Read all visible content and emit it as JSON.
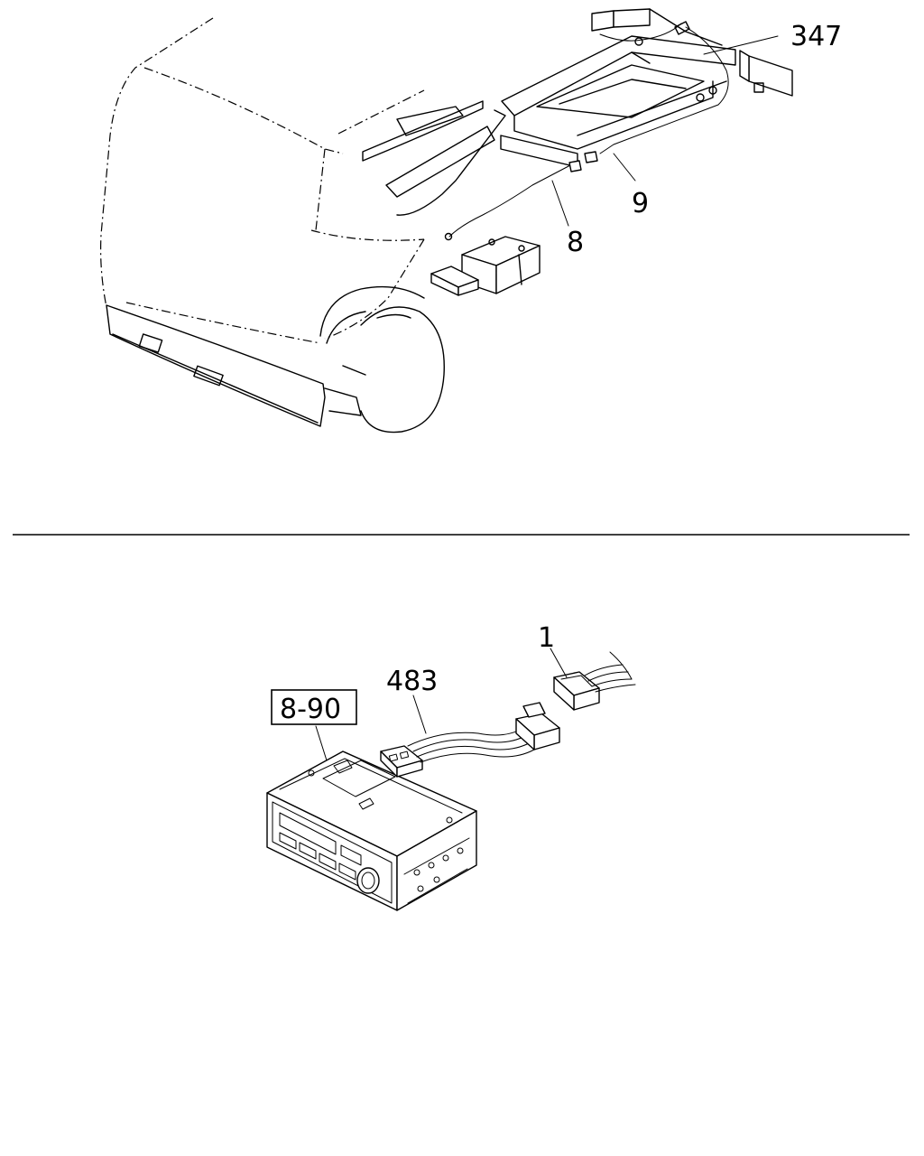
{
  "callouts": {
    "c347": "347",
    "c9": "9",
    "c8": "8",
    "c1": "1",
    "c483": "483"
  },
  "reference": {
    "label": "8-90"
  }
}
